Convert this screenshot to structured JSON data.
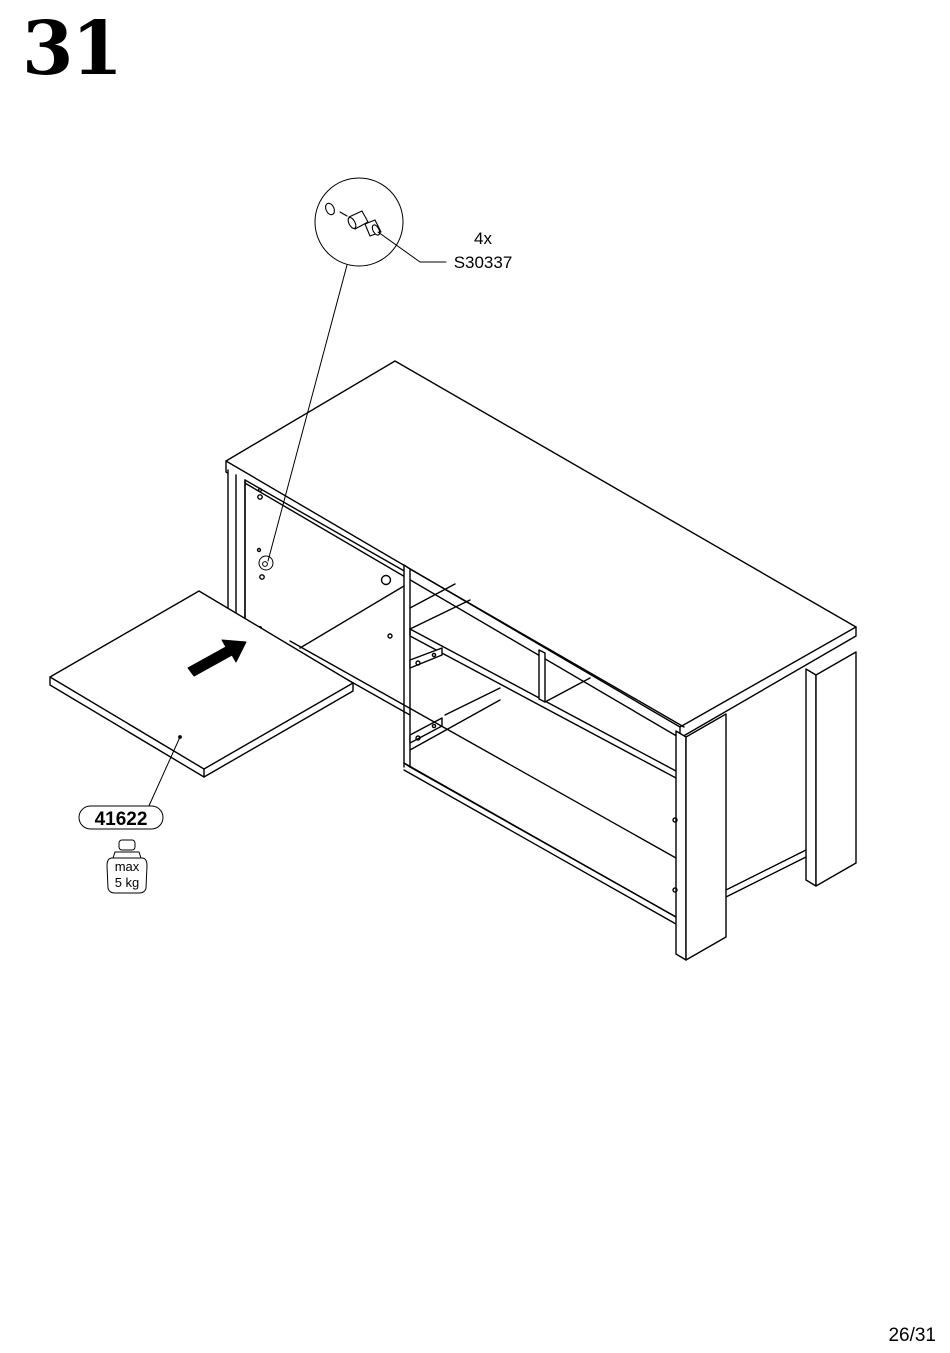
{
  "step": {
    "number": "31"
  },
  "hardware": {
    "quantity": "4x",
    "code": "S30337"
  },
  "shelf": {
    "part_number": "41622"
  },
  "load_limit": {
    "line1": "max",
    "line2": "5 kg"
  },
  "page": {
    "number": "26/31"
  },
  "icons": [
    "weight-icon",
    "push-direction-arrow-icon",
    "hardware-detail-magnifier"
  ]
}
